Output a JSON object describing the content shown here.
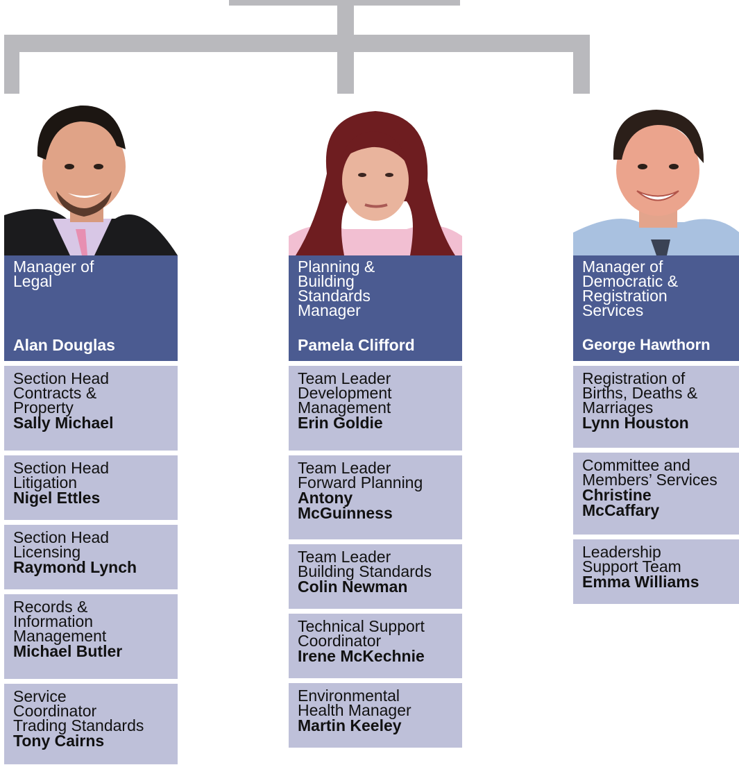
{
  "colors": {
    "connector": "#b9b9bd",
    "head_card": "#4b5b91",
    "sub_card": "#bec0d9"
  },
  "managers": [
    {
      "title": "Manager of\nLegal",
      "name": "Alan Douglas",
      "reports": [
        {
          "title": "Section Head\nContracts &\nProperty",
          "name": "Sally Michael"
        },
        {
          "title": "Section Head\nLitigation",
          "name": "Nigel Ettles"
        },
        {
          "title": "Section Head\nLicensing",
          "name": "Raymond Lynch"
        },
        {
          "title": "Records &\nInformation\nManagement",
          "name": "Michael Butler"
        },
        {
          "title": "Service\nCoordinator\nTrading Standards",
          "name": "Tony Cairns"
        }
      ]
    },
    {
      "title": "Planning &\nBuilding\nStandards\nManager",
      "name": "Pamela Clifford",
      "reports": [
        {
          "title": "Team Leader\nDevelopment\nManagement",
          "name": "Erin Goldie"
        },
        {
          "title": "Team Leader\nForward Planning",
          "name": "Antony\nMcGuinness"
        },
        {
          "title": "Team Leader\nBuilding Standards",
          "name": "Colin Newman"
        },
        {
          "title": "Technical Support\nCoordinator",
          "name": "Irene McKechnie"
        },
        {
          "title": "Environmental\nHealth Manager",
          "name": "Martin Keeley"
        }
      ]
    },
    {
      "title": "Manager of\nDemocratic &\nRegistration\nServices",
      "name": "George Hawthorn",
      "reports": [
        {
          "title": "Registration of\nBirths, Deaths &\nMarriages",
          "name": "Lynn Houston"
        },
        {
          "title": "Committee and\nMembers’ Services",
          "name": "Christine\nMcCaffary"
        },
        {
          "title": "Leadership\nSupport Team",
          "name": "Emma Williams"
        }
      ]
    }
  ]
}
